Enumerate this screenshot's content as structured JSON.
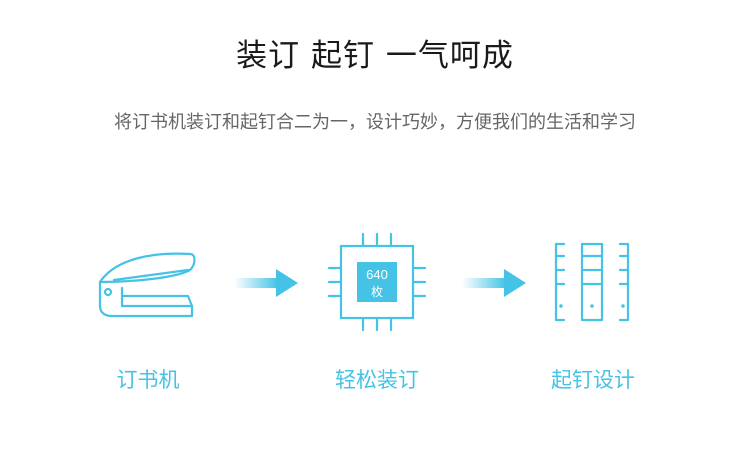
{
  "heading": "装订 起钉 一气呵成",
  "subheading": "将订书机装订和起钉合二为一，设计巧妙，方便我们的生活和学习",
  "steps": [
    {
      "label": "订书机",
      "icon": "stapler-icon"
    },
    {
      "label": "轻松装订",
      "icon": "chip-icon",
      "chip_count": "640",
      "chip_unit": "枚"
    },
    {
      "label": "起钉设计",
      "icon": "staple-rows-icon"
    }
  ],
  "colors": {
    "accent": "#44c3e6",
    "title": "#1a1a1a",
    "subtitle": "#666666"
  }
}
